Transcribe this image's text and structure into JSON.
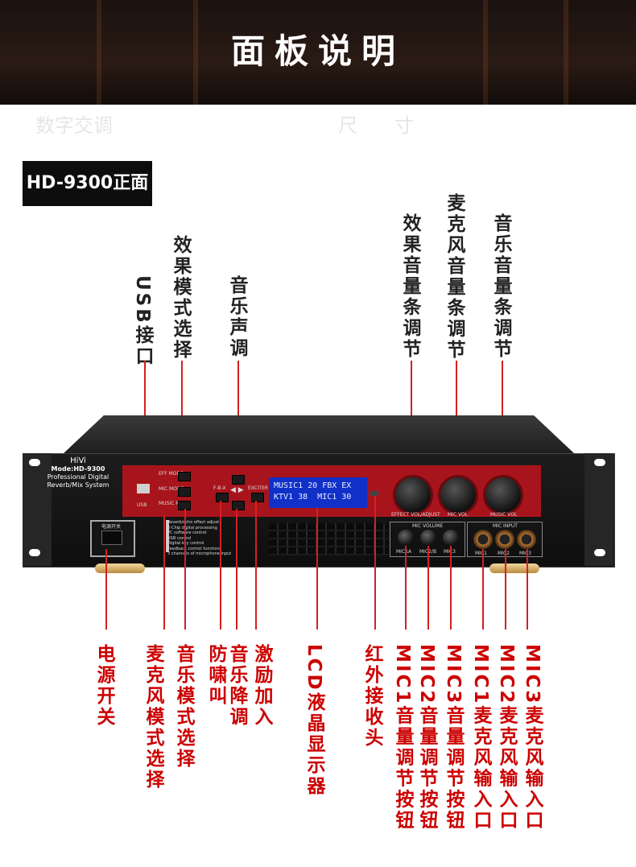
{
  "banner": {
    "title": "面板说明",
    "ghost_left": "数字交调",
    "ghost_right": "尺      寸"
  },
  "section": {
    "label": "HD-9300正面"
  },
  "device": {
    "brand": "HiVi",
    "model": "Mode:HD-9300",
    "subtitle1": "Professional Digital",
    "subtitle2": "Reverb/Mix System",
    "usb_label": "USB",
    "eff_mode": "EFF MODE",
    "mic_mode": "MIC MODE",
    "music_mode": "MUSIC MODE",
    "fbx": "F-B-X",
    "exciter": "EXCITER",
    "lcd_line1": "MUSIC1 20 FBX EX",
    "lcd_line2": "KTV1 38  MIC1 30",
    "knob1": "EFFECT VOL/ADJUST",
    "knob2": "MIC VOL",
    "knob3": "MUSIC VOL",
    "mic_volume": "MIC VOLUME",
    "mic_input": "MIC INPUT",
    "mic1a": "MIC1A",
    "mic2b": "MIC2/B",
    "mic3": "MIC3",
    "in1": "MIC1",
    "in2": "MIC2",
    "in3": "MIC3",
    "power": "电源开关",
    "features": [
      "Reverb/echo effect adjust",
      "2-Chip digital processing",
      "PC software control",
      "USB control",
      "Digital key control",
      "Feedback control function",
      "3 channels of microphone input"
    ]
  },
  "top_labels": {
    "usb": "USB接口",
    "effect_mode": "效果模式选择",
    "music_tone": "音乐声调",
    "effect_vol": "效果音量条调节",
    "mic_vol": "麦克风音量条调节",
    "music_vol": "音乐音量条调节"
  },
  "bottom_labels": {
    "power": "电源开关",
    "mic_mode": "麦克风模式选择",
    "music_mode": "音乐模式选择",
    "anti_howl": "防啸叫",
    "music_down": "音乐降调",
    "exciter": "激励加入",
    "lcd": "LCD液晶显示器",
    "ir": "红外接收头",
    "mic1_vol": "MIC1音量调节按钮",
    "mic2_vol": "MIC2音量调节按钮",
    "mic3_vol": "MIC3音量调节按钮",
    "mic1_in": "MIC1麦克风输入口",
    "mic2_in": "MIC2麦克风输入口",
    "mic3_in": "MIC3麦克风输入口"
  }
}
